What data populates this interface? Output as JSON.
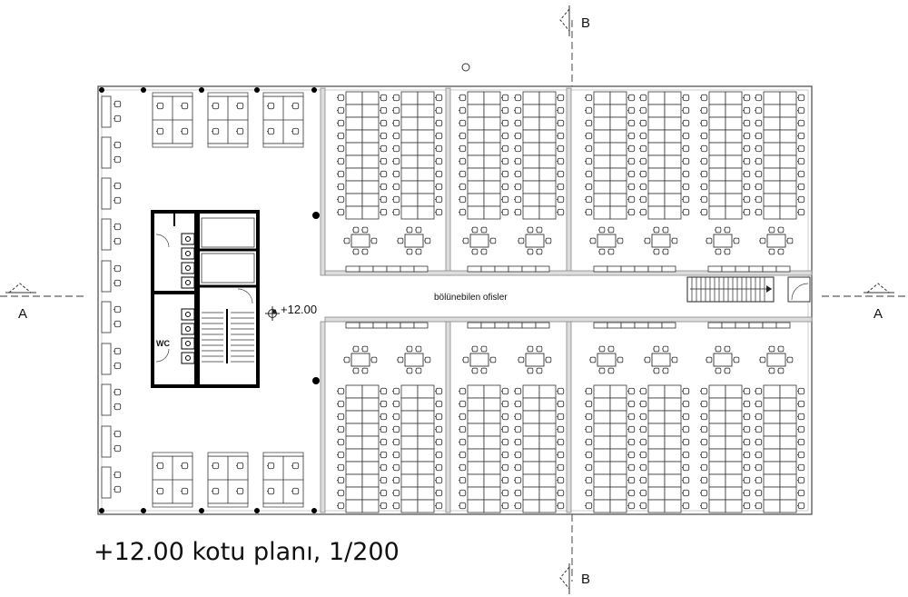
{
  "plan": {
    "title": "+12.00 kotu planı, 1/200",
    "corridor_label": "bölünebilen ofisler",
    "level_label": "+12.00",
    "wc_label": "WC",
    "section_a_left": "A",
    "section_a_right": "A",
    "section_b_top": "B",
    "section_b_bottom": "B"
  },
  "colors": {
    "line": "#222222",
    "light_line": "#777777",
    "wall": "#000000",
    "background": "#ffffff"
  }
}
